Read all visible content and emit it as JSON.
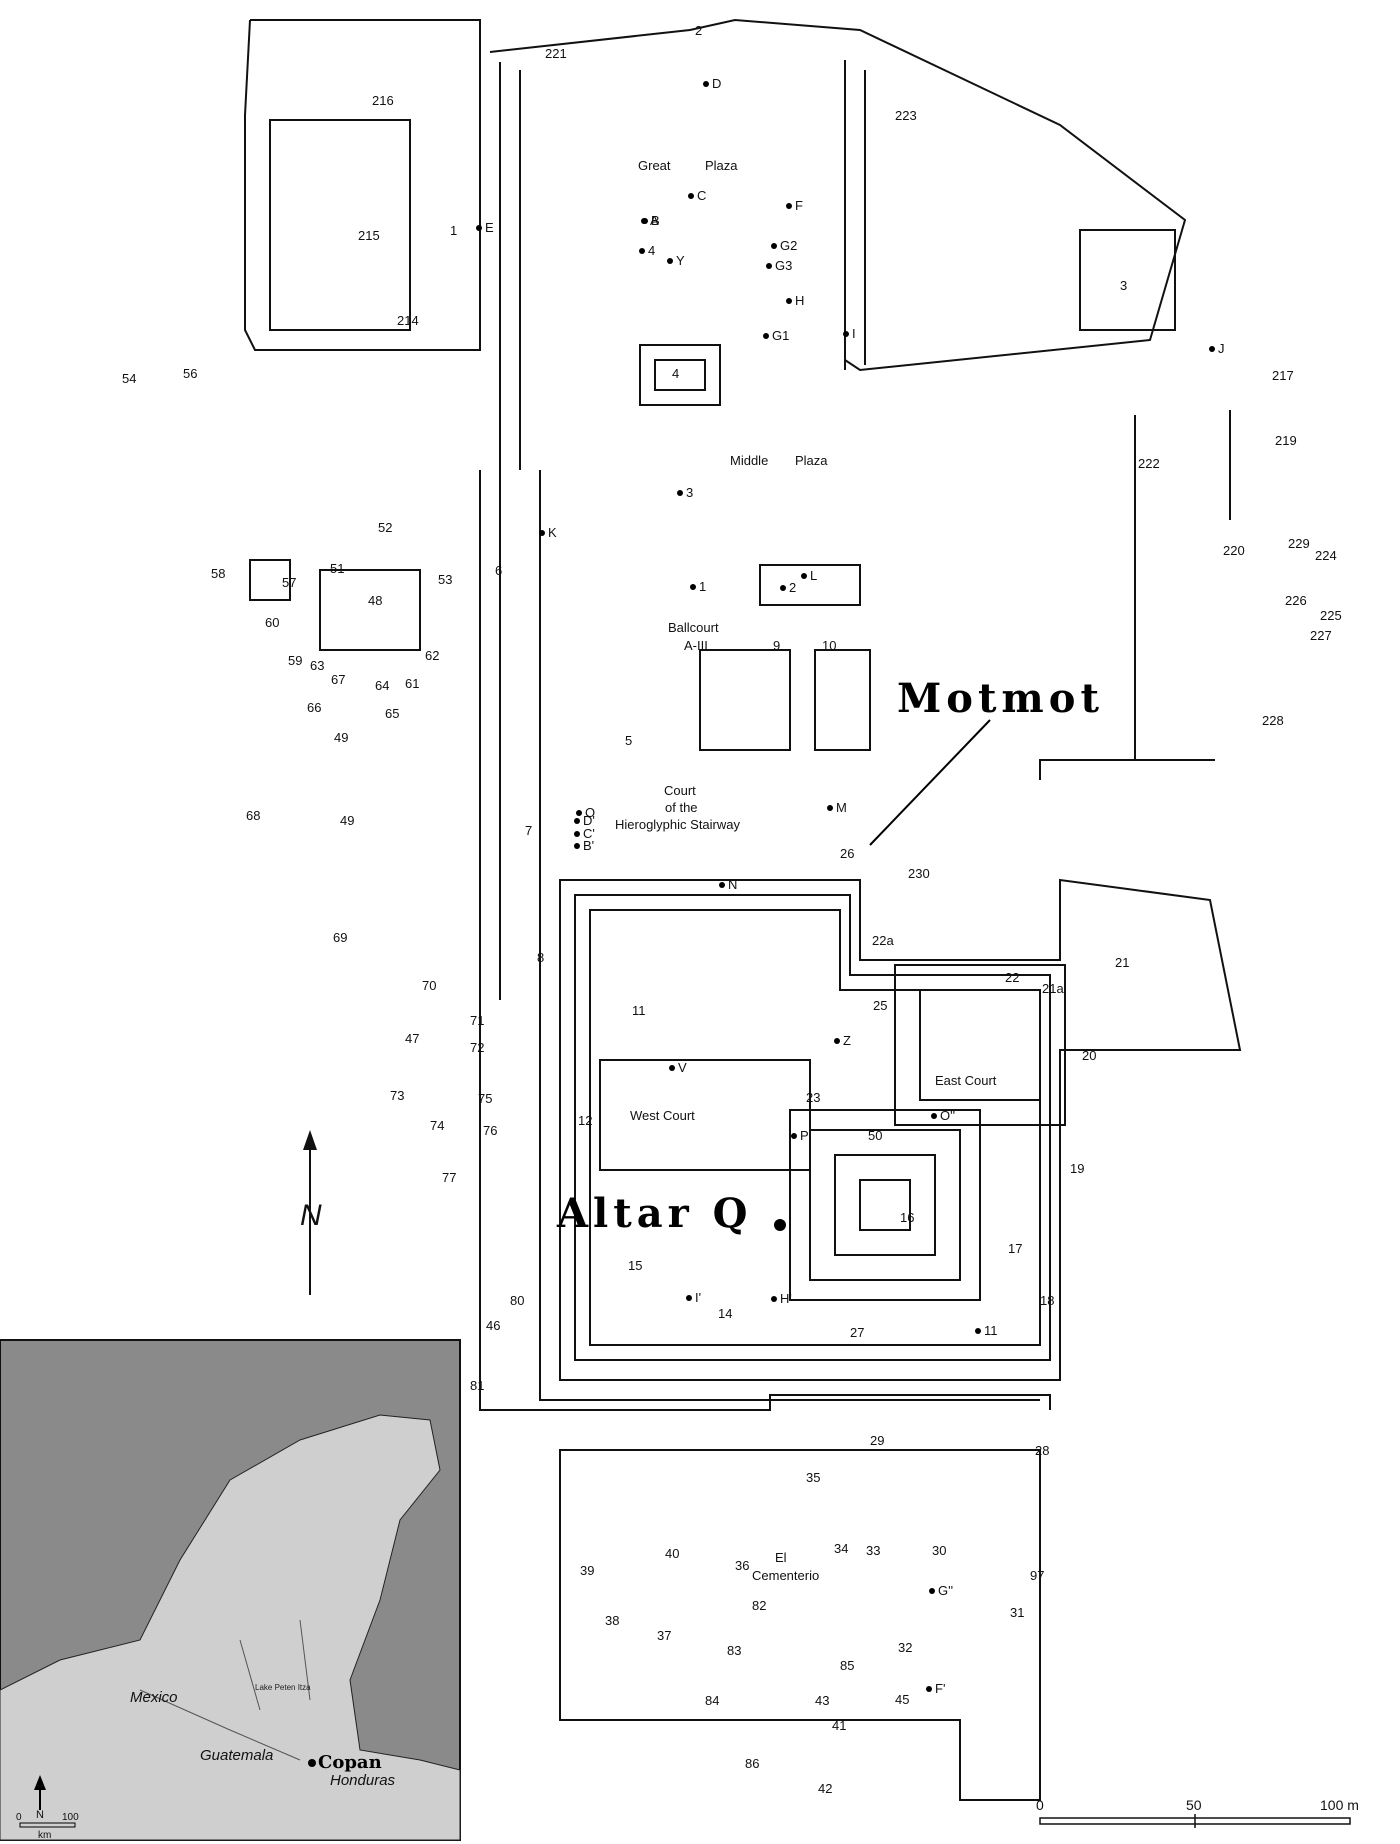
{
  "structures": [
    "1",
    "2",
    "3",
    "4",
    "5",
    "6",
    "7",
    "8",
    "9",
    "10",
    "11",
    "12",
    "14",
    "15",
    "16",
    "17",
    "18",
    "19",
    "20",
    "21",
    "21a",
    "22",
    "22a",
    "23",
    "25",
    "26",
    "27",
    "28",
    "29",
    "30",
    "31",
    "32",
    "33",
    "34",
    "35",
    "36",
    "37",
    "38",
    "39",
    "40",
    "41",
    "42",
    "43",
    "45",
    "46",
    "47",
    "48",
    "49",
    "49",
    "50",
    "51",
    "52",
    "53",
    "54",
    "56",
    "57",
    "58",
    "59",
    "60",
    "61",
    "62",
    "63",
    "64",
    "65",
    "66",
    "67",
    "68",
    "69",
    "70",
    "71",
    "72",
    "73",
    "74",
    "75",
    "76",
    "77",
    "80",
    "81",
    "82",
    "83",
    "84",
    "85",
    "86",
    "97",
    "214",
    "215",
    "216",
    "217",
    "219",
    "220",
    "221",
    "222",
    "223",
    "224",
    "225",
    "226",
    "227",
    "228",
    "229",
    "230"
  ],
  "monuments": [
    "A",
    "B",
    "C",
    "D",
    "E",
    "F",
    "G1",
    "G2",
    "G3",
    "H",
    "I",
    "J",
    "K",
    "L",
    "M",
    "N",
    "O",
    "P",
    "V",
    "Y",
    "Z",
    "1",
    "2",
    "3",
    "4",
    "11",
    "B'",
    "C'",
    "D'",
    "F'",
    "G''",
    "H'",
    "I'",
    "O''"
  ],
  "areas": {
    "great_plaza_1": "Great",
    "great_plaza_2": "Plaza",
    "middle_plaza_1": "Middle",
    "middle_plaza_2": "Plaza",
    "ballcourt_1": "Ballcourt",
    "ballcourt_2": "A-III",
    "court_1": "Court",
    "court_2": "of the",
    "court_3": "Hieroglyphic Stairway",
    "west_court": "West Court",
    "east_court": "East Court",
    "cementerio_1": "El",
    "cementerio_2": "Cementerio"
  },
  "highlights": {
    "motmot": "Motmot",
    "altar_q": "Altar Q"
  },
  "north_label": "N",
  "scale": {
    "zero": "0",
    "mid": "50",
    "end": "100 m"
  },
  "inset": {
    "mexico": "Mexico",
    "guatemala": "Guatemala",
    "honduras": "Honduras",
    "copan": "Copan",
    "lake": "Lake Peten Itza",
    "north": "N",
    "scale_zero": "0",
    "scale_end": "100",
    "scale_unit": "km"
  },
  "colors": {
    "ink": "#111111",
    "inset_land": "#cfcfcf",
    "inset_water": "#8a8a8a"
  }
}
